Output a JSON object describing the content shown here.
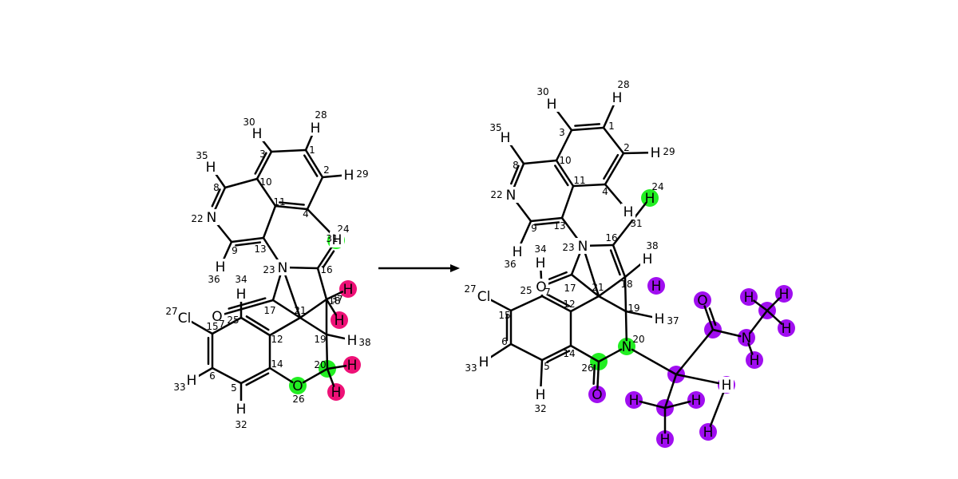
{
  "colors": {
    "reactant_green": "#22ee22",
    "reactant_pink": "#ee1177",
    "product_green": "#22ee22",
    "product_purple": "#a00ef0",
    "bond": "#000000"
  },
  "reaction_arrow": {
    "icon": "right-arrow-icon"
  },
  "reactant": {
    "atoms": [
      {
        "id": "1",
        "el": "",
        "idx": "1"
      },
      {
        "id": "2",
        "el": "",
        "idx": "2"
      },
      {
        "id": "3",
        "el": "",
        "idx": "3"
      },
      {
        "id": "4",
        "el": "",
        "idx": "4"
      },
      {
        "id": "5",
        "el": "",
        "idx": "5"
      },
      {
        "id": "6",
        "el": "",
        "idx": "6"
      },
      {
        "id": "7",
        "el": "O",
        "idx": "7"
      },
      {
        "id": "8",
        "el": "",
        "idx": "8"
      },
      {
        "id": "9",
        "el": "",
        "idx": "9"
      },
      {
        "id": "10",
        "el": "",
        "idx": "10"
      },
      {
        "id": "11",
        "el": "",
        "idx": "11"
      },
      {
        "id": "12",
        "el": "",
        "idx": "12"
      },
      {
        "id": "13",
        "el": "",
        "idx": "13"
      },
      {
        "id": "14",
        "el": "",
        "idx": "14"
      },
      {
        "id": "15",
        "el": "",
        "idx": "15"
      },
      {
        "id": "16",
        "el": "",
        "idx": "16"
      },
      {
        "id": "17",
        "el": "",
        "idx": "17"
      },
      {
        "id": "18",
        "el": "",
        "idx": "18"
      },
      {
        "id": "19",
        "el": "",
        "idx": "19"
      },
      {
        "id": "20",
        "el": "",
        "idx": "20"
      },
      {
        "id": "21",
        "el": "",
        "idx": "21"
      },
      {
        "id": "22",
        "el": "N",
        "idx": "22"
      },
      {
        "id": "23",
        "el": "N",
        "idx": "23"
      },
      {
        "id": "24",
        "el": "O",
        "idx": "24"
      },
      {
        "id": "25",
        "el": "",
        "idx": "25"
      },
      {
        "id": "26",
        "el": "O",
        "idx": "26"
      },
      {
        "id": "27",
        "el": "Cl",
        "idx": "27"
      },
      {
        "id": "28",
        "el": "H",
        "idx": "28"
      },
      {
        "id": "29",
        "el": "H",
        "idx": "29"
      },
      {
        "id": "30",
        "el": "H",
        "idx": "30"
      },
      {
        "id": "31",
        "el": "H",
        "idx": "31"
      },
      {
        "id": "32",
        "el": "H",
        "idx": "32"
      },
      {
        "id": "33",
        "el": "H",
        "idx": "33"
      },
      {
        "id": "34",
        "el": "H",
        "idx": "34"
      },
      {
        "id": "35",
        "el": "H",
        "idx": "35"
      },
      {
        "id": "36",
        "el": "H",
        "idx": "36"
      },
      {
        "id": "37",
        "el": "H",
        "idx": "37"
      },
      {
        "id": "38",
        "el": "H",
        "idx": "38"
      },
      {
        "id": "h18b",
        "el": "H",
        "idx": ""
      },
      {
        "id": "h20a",
        "el": "H",
        "idx": ""
      },
      {
        "id": "h20b",
        "el": "H",
        "idx": ""
      }
    ]
  },
  "product": {
    "atoms": [
      {
        "id": "1",
        "el": "",
        "idx": "1"
      },
      {
        "id": "2",
        "el": "",
        "idx": "2"
      },
      {
        "id": "3",
        "el": "",
        "idx": "3"
      },
      {
        "id": "4",
        "el": "",
        "idx": "4"
      },
      {
        "id": "5",
        "el": "",
        "idx": "5"
      },
      {
        "id": "6",
        "el": "",
        "idx": "6"
      },
      {
        "id": "7",
        "el": "O",
        "idx": "7"
      },
      {
        "id": "8",
        "el": "",
        "idx": "8"
      },
      {
        "id": "9",
        "el": "",
        "idx": "9"
      },
      {
        "id": "10",
        "el": "",
        "idx": "10"
      },
      {
        "id": "11",
        "el": "",
        "idx": "11"
      },
      {
        "id": "12",
        "el": "",
        "idx": "12"
      },
      {
        "id": "13",
        "el": "",
        "idx": "13"
      },
      {
        "id": "14",
        "el": "",
        "idx": "14"
      },
      {
        "id": "15",
        "el": "",
        "idx": "15"
      },
      {
        "id": "16",
        "el": "",
        "idx": "16"
      },
      {
        "id": "17",
        "el": "",
        "idx": "17"
      },
      {
        "id": "18",
        "el": "",
        "idx": "18"
      },
      {
        "id": "19",
        "el": "",
        "idx": "19"
      },
      {
        "id": "20",
        "el": "N",
        "idx": "20"
      },
      {
        "id": "21",
        "el": "",
        "idx": "21"
      },
      {
        "id": "22",
        "el": "N",
        "idx": "22"
      },
      {
        "id": "23",
        "el": "N",
        "idx": "23"
      },
      {
        "id": "24",
        "el": "H",
        "idx": "24"
      },
      {
        "id": "25",
        "el": "",
        "idx": "25"
      },
      {
        "id": "26",
        "el": "",
        "idx": "26"
      },
      {
        "id": "27",
        "el": "Cl",
        "idx": "27"
      },
      {
        "id": "28",
        "el": "H",
        "idx": "28"
      },
      {
        "id": "29",
        "el": "H",
        "idx": "29"
      },
      {
        "id": "30",
        "el": "H",
        "idx": "30"
      },
      {
        "id": "31",
        "el": "H",
        "idx": "31"
      },
      {
        "id": "32",
        "el": "H",
        "idx": "32"
      },
      {
        "id": "33",
        "el": "H",
        "idx": "33"
      },
      {
        "id": "34",
        "el": "H",
        "idx": "34"
      },
      {
        "id": "35",
        "el": "H",
        "idx": "35"
      },
      {
        "id": "36",
        "el": "H",
        "idx": "36"
      },
      {
        "id": "37",
        "el": "H",
        "idx": "37"
      },
      {
        "id": "38",
        "el": "H",
        "idx": "38"
      },
      {
        "id": "h18",
        "el": "H",
        "idx": ""
      },
      {
        "id": "o26",
        "el": "O",
        "idx": ""
      },
      {
        "id": "ca",
        "el": "",
        "idx": ""
      },
      {
        "id": "cam",
        "el": "",
        "idx": ""
      },
      {
        "id": "oam",
        "el": "O",
        "idx": ""
      },
      {
        "id": "nam",
        "el": "N",
        "idx": ""
      },
      {
        "id": "hn",
        "el": "H",
        "idx": ""
      },
      {
        "id": "cme",
        "el": "",
        "idx": ""
      },
      {
        "id": "hme1",
        "el": "H",
        "idx": ""
      },
      {
        "id": "hme2",
        "el": "H",
        "idx": ""
      },
      {
        "id": "hme3",
        "el": "H",
        "idx": ""
      },
      {
        "id": "cb",
        "el": "",
        "idx": ""
      },
      {
        "id": "hb1",
        "el": "H",
        "idx": ""
      },
      {
        "id": "hb2",
        "el": "H",
        "idx": ""
      },
      {
        "id": "hb3",
        "el": "H",
        "idx": ""
      },
      {
        "id": "cc",
        "el": "",
        "idx": ""
      },
      {
        "id": "hc1",
        "el": "H",
        "idx": ""
      },
      {
        "id": "hc2",
        "el": "H",
        "idx": ""
      }
    ]
  }
}
